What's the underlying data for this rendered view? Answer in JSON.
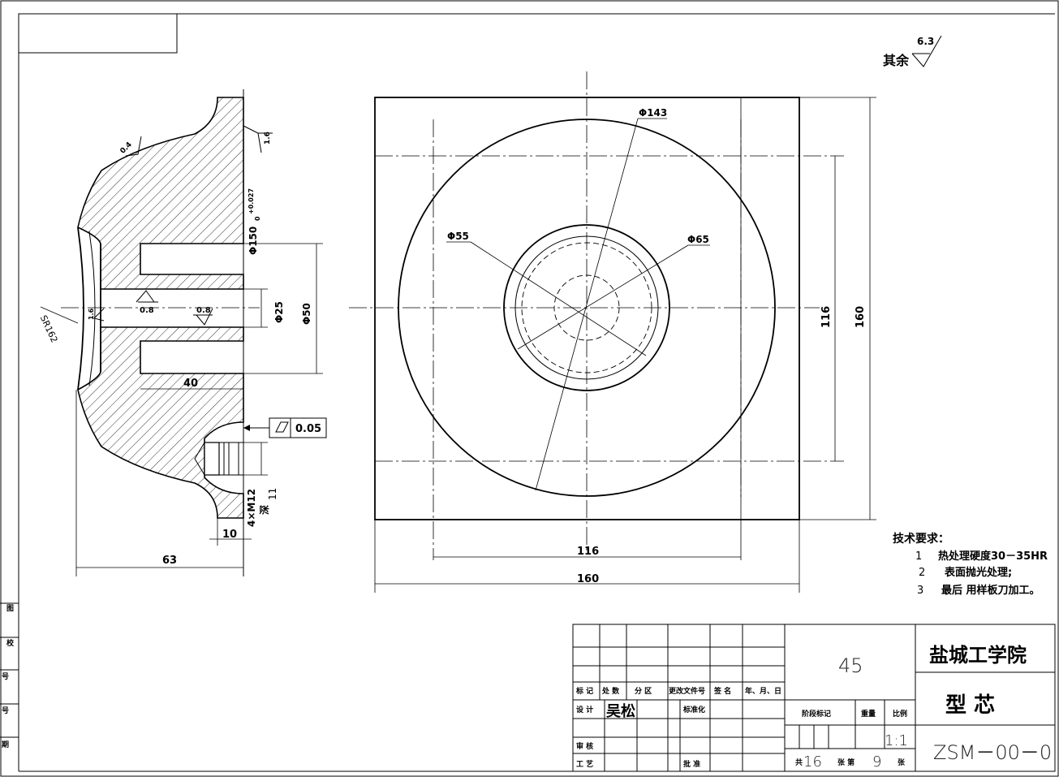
{
  "roughness": {
    "qiyu": "其余",
    "default": "6.3",
    "r04": "0.4",
    "r16a": "1.6",
    "r08a": "0.8",
    "r08b": "0.8",
    "r16b": "1.6"
  },
  "side_view": {
    "tol_upper": "+0.027",
    "tol_lower": "0",
    "phi150": "Φ150",
    "phi25": "Φ25",
    "phi50": "Φ50",
    "dim40": "40",
    "dim10": "10",
    "dim63": "63",
    "sr": "SR162",
    "thread": "4×M12",
    "depth": "深",
    "depth_val": "11",
    "tolerance_value": "0.05"
  },
  "top_view": {
    "phi143": "Φ143",
    "phi55": "Φ55",
    "phi65": "Φ65",
    "dim116v": "116",
    "dim160v": "160",
    "dim116h": "116",
    "dim160h": "160"
  },
  "tech_req": {
    "title": "技术要求：",
    "items": [
      {
        "num": "1",
        "text": "热处理硬度30－35HR"
      },
      {
        "num": "2",
        "text": "表面抛光处理;"
      },
      {
        "num": "3",
        "text": "最后  用样板刀加工。"
      }
    ]
  },
  "title_block": {
    "material": "45",
    "school": "盐城工学院",
    "part_name": "型      芯",
    "drawing_no": "ZSM－00－0",
    "headers": [
      "标 记",
      "处 数",
      "分 区",
      "更改文件号",
      "签 名",
      "年、月、日"
    ],
    "design_label": "设 计",
    "designer": "吴松",
    "std_label": "标准化",
    "review_label": "审 核",
    "process_label": "工 艺",
    "approve_label": "批 准",
    "stage_label": "阶段标记",
    "weight_label": "重量",
    "scale_label": "比例",
    "scale": "1:1",
    "total_label": "共",
    "total": "16",
    "sheet_label": "张  第",
    "sheet": "9",
    "sheet_unit": "张"
  },
  "left_margin": [
    "图",
    "校",
    "号",
    "号",
    "期"
  ]
}
